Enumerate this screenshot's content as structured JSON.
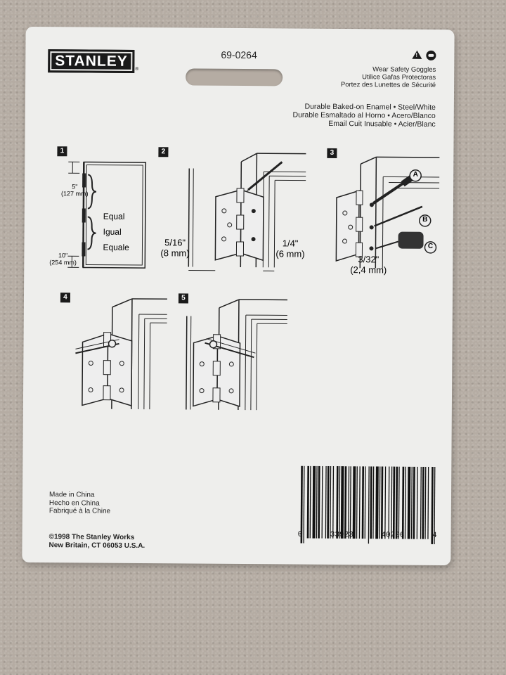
{
  "brand": {
    "name": "STANLEY",
    "registered": "®"
  },
  "model_number": "69-0264",
  "icons": {
    "warning": "warning-triangle-icon",
    "goggles": "safety-goggles-icon"
  },
  "safety": [
    "Wear Safety Goggles",
    "Utilice Gafas Protectoras",
    "Portez des Lunettes de Sécurité"
  ],
  "material": [
    "Durable Baked-on Enamel • Steel/White",
    "Durable Esmaltado al Horno • Acero/Blanco",
    "Email Cuit Inusable • Acier/Blanc"
  ],
  "steps": [
    {
      "number": "1",
      "top_gap": "5\"",
      "top_gap_metric": "(127 mm)",
      "equal_en": "Equal",
      "equal_es": "Igual",
      "equal_fr": "Equale",
      "bottom_gap": "10\"",
      "bottom_gap_metric": "(254 mm)"
    },
    {
      "number": "2",
      "left_dim": "5/16\"",
      "left_dim_metric": "(8 mm)",
      "right_dim": "1/4\"",
      "right_dim_metric": "(6 mm)"
    },
    {
      "number": "3",
      "callout_a": "A",
      "callout_b": "B",
      "callout_c": "C",
      "drill_dim": "3/32\"",
      "drill_dim_metric": "(2,4 mm)"
    },
    {
      "number": "4"
    },
    {
      "number": "5"
    }
  ],
  "origin": [
    "Made in China",
    "Hecho en China",
    "Fabriqué à la Chine"
  ],
  "copyright": [
    "©1998 The Stanley Works",
    "New Britain, CT 06053 U.S.A."
  ],
  "barcode": {
    "digits": [
      "0",
      "33923",
      "40206",
      "4"
    ]
  }
}
